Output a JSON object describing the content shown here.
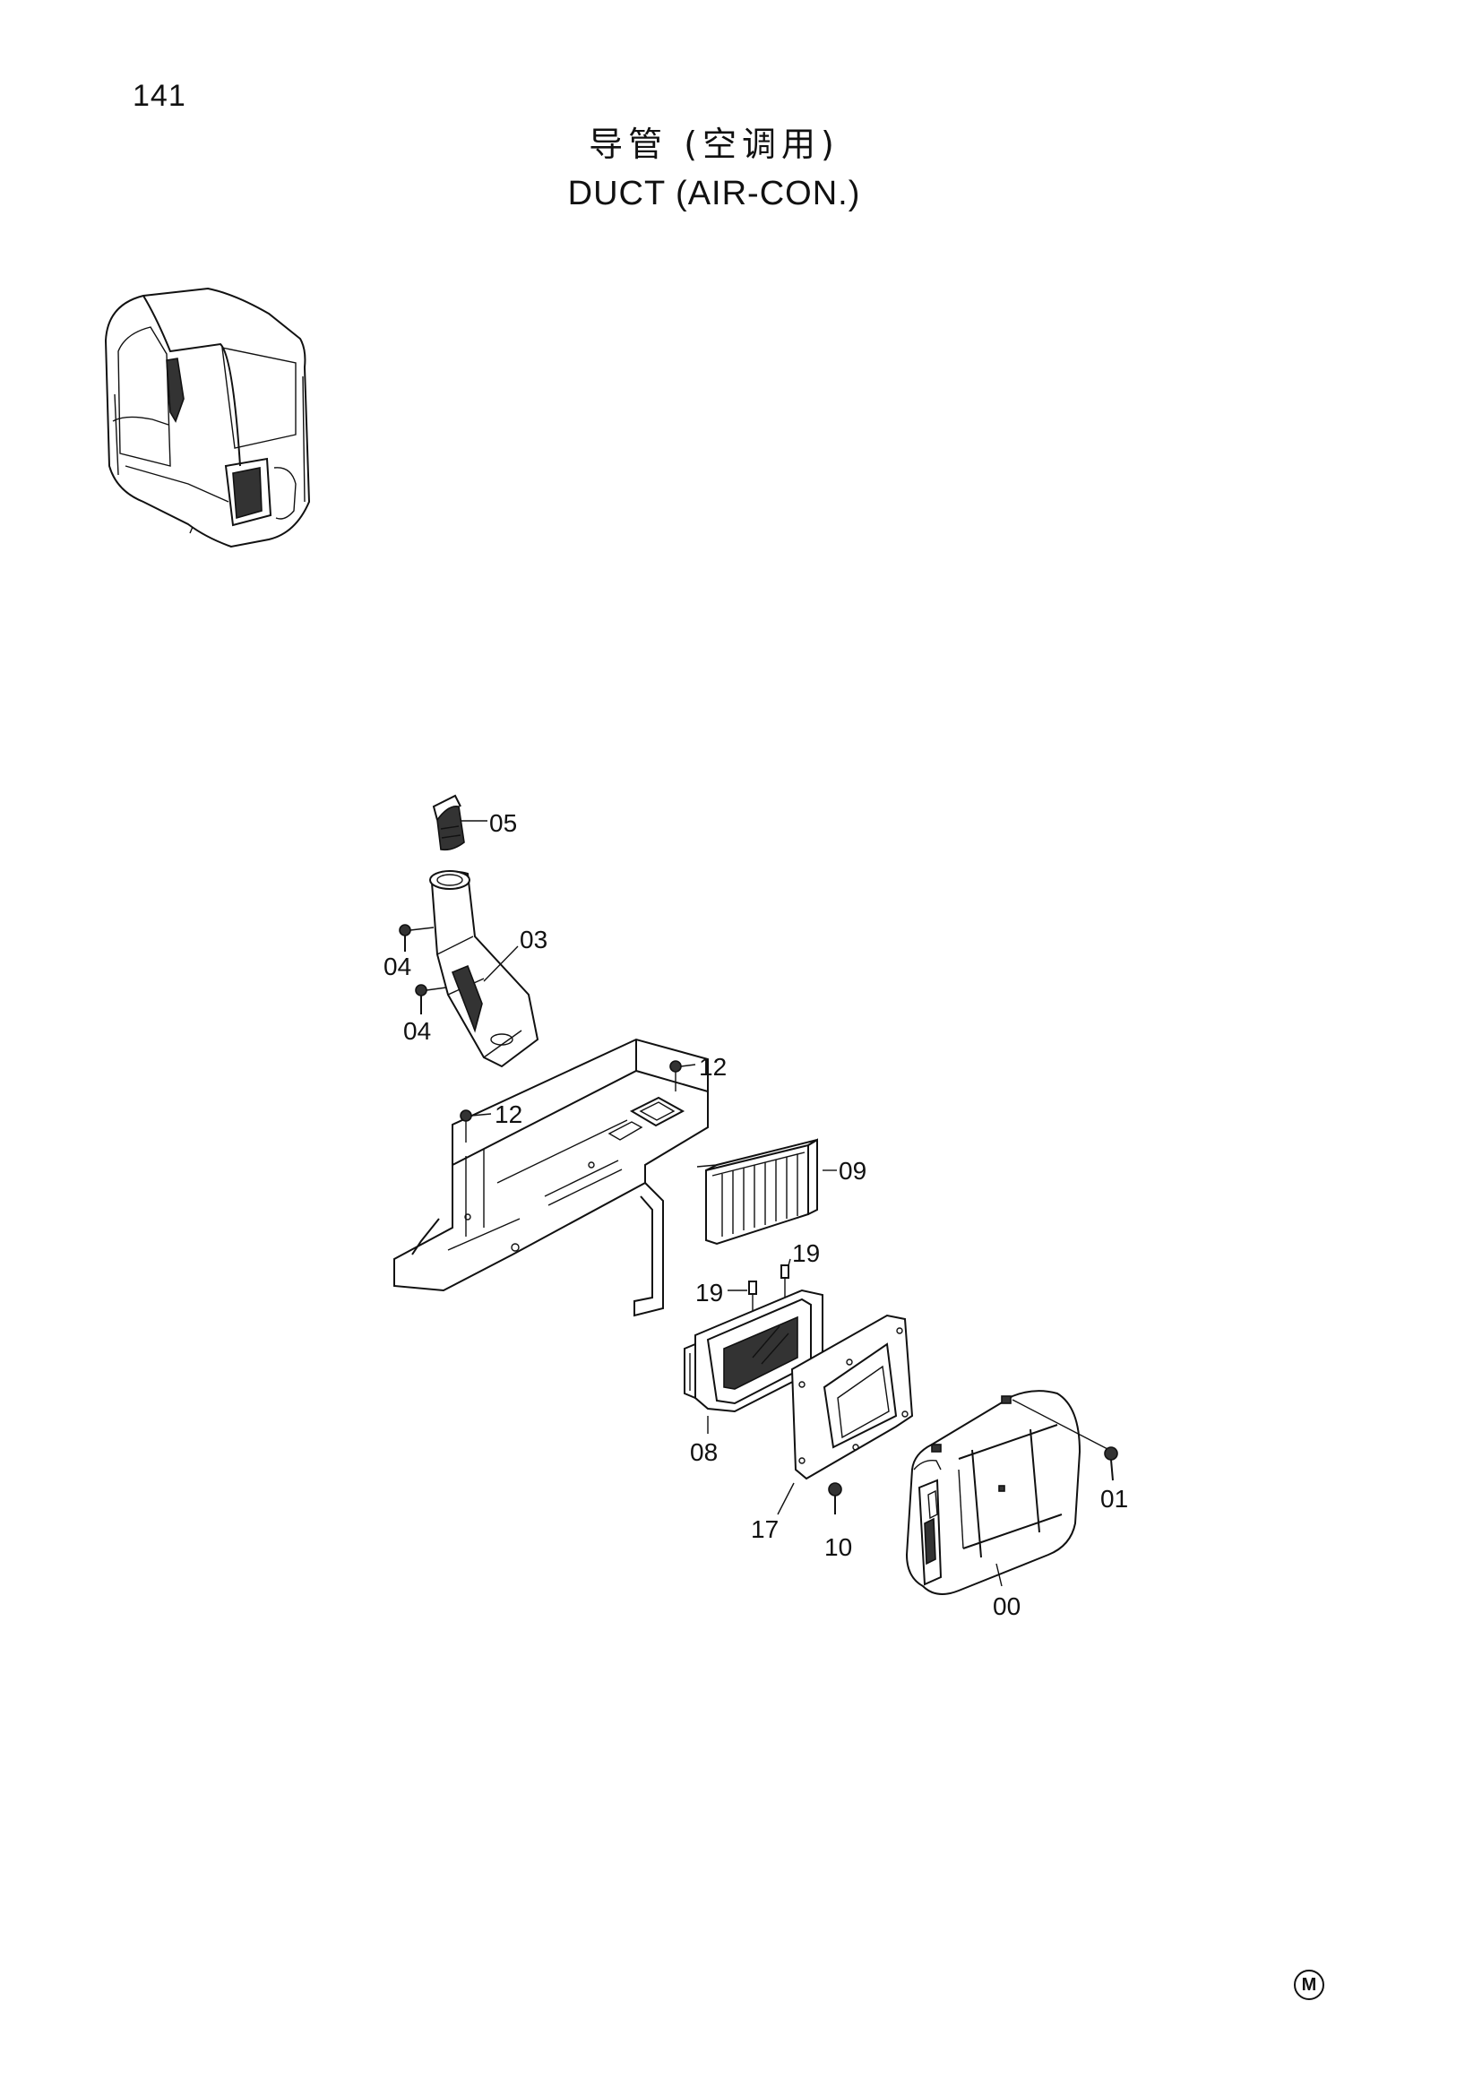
{
  "page": {
    "number": "141"
  },
  "title": {
    "cn": "导管 (空调用)",
    "en": "DUCT (AIR-CON.)"
  },
  "callouts": {
    "c05": "05",
    "c03": "03",
    "c04a": "04",
    "c04b": "04",
    "c12a": "12",
    "c12b": "12",
    "c09": "09",
    "c19a": "19",
    "c19b": "19",
    "c08": "08",
    "c17": "17",
    "c10": "10",
    "c01": "01",
    "c00": "00"
  },
  "footer": {
    "mark": "M"
  }
}
